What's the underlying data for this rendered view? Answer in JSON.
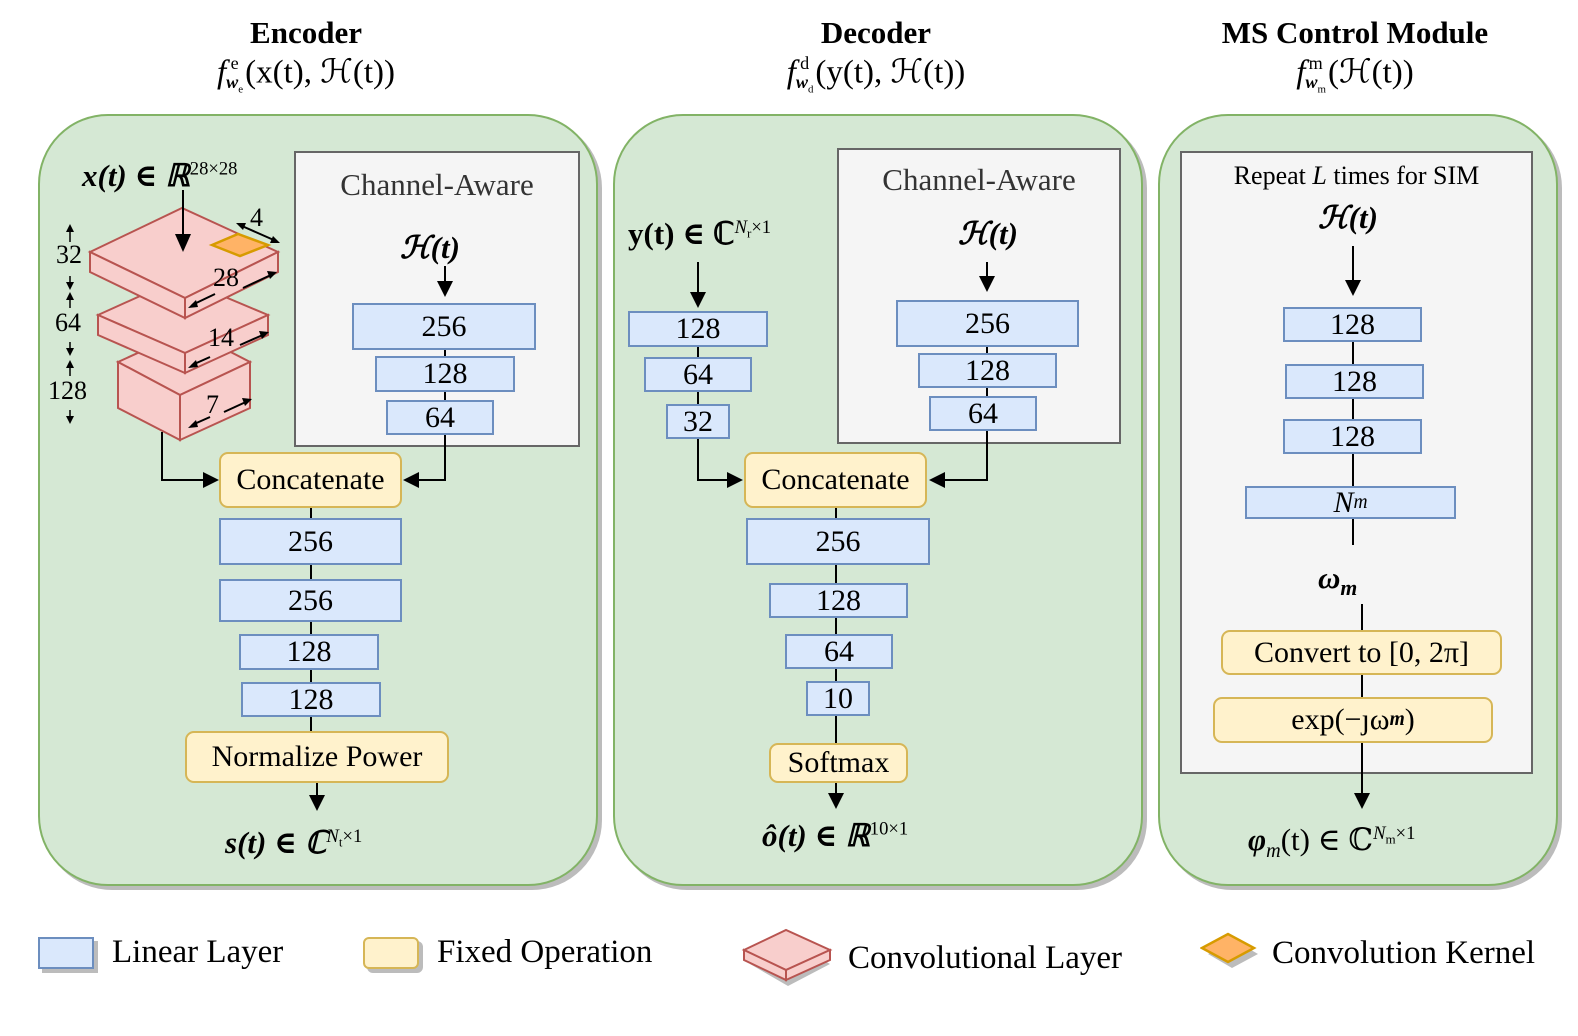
{
  "encoder": {
    "title": "Encoder",
    "formula_f": "f",
    "formula_sup": "e",
    "formula_sub": "w",
    "formula_subsub": "e",
    "formula_args": "(x(t), ℋ(t))",
    "input_label": "x(t) ∈ ℝ",
    "input_sup": "28×28",
    "conv_channels": [
      "32",
      "64",
      "128"
    ],
    "conv_sizes": [
      "28",
      "14",
      "7"
    ],
    "kernel_size": "4",
    "channel_aware": {
      "title": "Channel-Aware",
      "input": "ℋ(t)",
      "layers": [
        "256",
        "128",
        "64"
      ]
    },
    "concat_label": "Concatenate",
    "layers": [
      "256",
      "256",
      "128",
      "128"
    ],
    "normalize_label": "Normalize Power",
    "output_label": "s(t) ∈ ℂ",
    "output_sup": "N",
    "output_sup_sub": "t",
    "output_sup_tail": "×1"
  },
  "decoder": {
    "title": "Decoder",
    "formula_f": "f",
    "formula_sup": "d",
    "formula_sub": "w",
    "formula_subsub": "d",
    "formula_args": "(y(t), ℋ(t))",
    "input_label": "y(t) ∈ ℂ",
    "input_sup": "N",
    "input_sup_sub": "r",
    "input_sup_tail": "×1",
    "input_layers": [
      "128",
      "64",
      "32"
    ],
    "channel_aware": {
      "title": "Channel-Aware",
      "input": "ℋ(t)",
      "layers": [
        "256",
        "128",
        "64"
      ]
    },
    "concat_label": "Concatenate",
    "layers": [
      "256",
      "128",
      "64",
      "10"
    ],
    "softmax_label": "Softmax",
    "output_label": "ô(t) ∈ ℝ",
    "output_sup": "10×1"
  },
  "ms_control": {
    "title": "MS Control Module",
    "formula_f": "f",
    "formula_sup": "m",
    "formula_sub": "w",
    "formula_subsub": "m",
    "formula_args": "(ℋ(t))",
    "repeat_prefix": "Repeat ",
    "repeat_var": "L",
    "repeat_suffix": " times for SIM",
    "input": "ℋ(t)",
    "layers": [
      "128",
      "128",
      "128"
    ],
    "nm_layer_main": "N",
    "nm_layer_sub": "m",
    "omega_main": "ω",
    "omega_sub": "m",
    "convert_label": "Convert to [0, 2π]",
    "exp_label": "exp(−ȷω",
    "exp_sub": "m",
    "exp_close": ")",
    "output_label": "φ",
    "output_sub": "m",
    "output_rest": "(t) ∈ ℂ",
    "output_sup": "N",
    "output_sup_sub": "m",
    "output_sup_tail": "×1"
  },
  "legend": {
    "linear": "Linear Layer",
    "fixed": "Fixed Operation",
    "conv": "Convolutional Layer",
    "kernel": "Convolution Kernel"
  },
  "colors": {
    "panel_fill": "#d5e8d4",
    "panel_border": "#82b366",
    "linear_fill": "#dae8fc",
    "linear_border": "#6c8ebf",
    "fixed_fill": "#fff2cc",
    "fixed_border": "#d6b656",
    "conv_fill": "#f8cecc",
    "conv_border": "#b85450",
    "kernel_fill": "#ffb366",
    "kernel_border": "#d79b00"
  }
}
